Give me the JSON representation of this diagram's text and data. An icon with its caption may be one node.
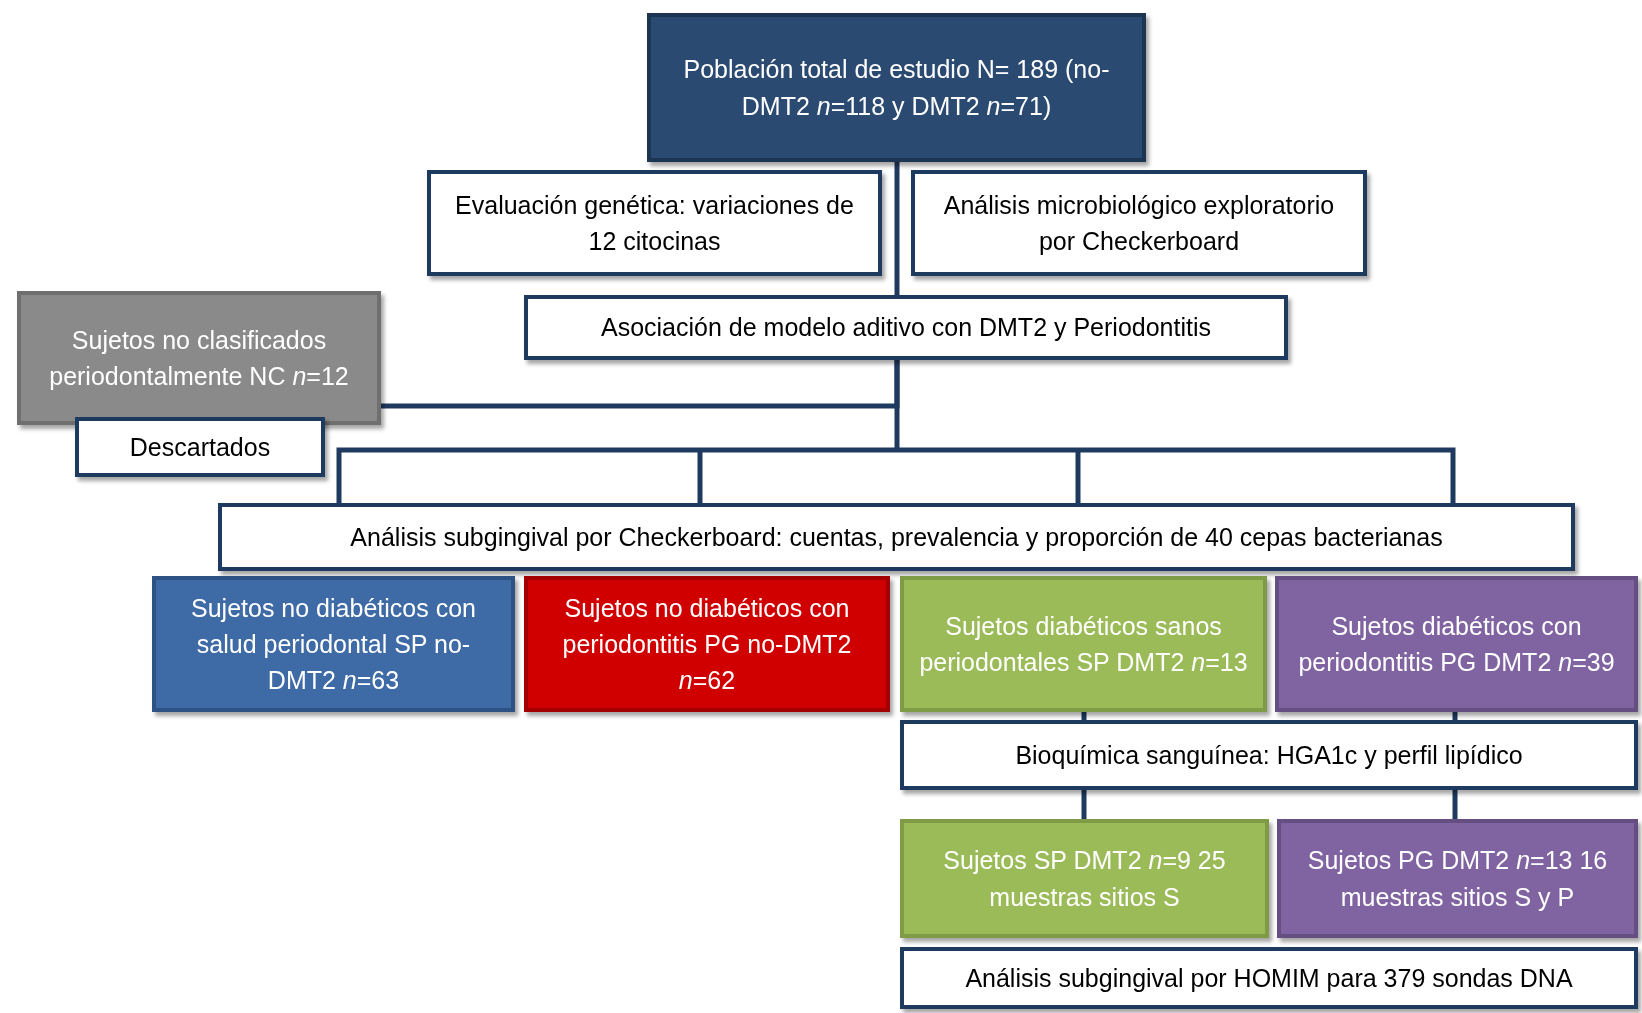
{
  "diagram": {
    "nodes": [
      {
        "text": [
          "Población total de estudio N= 189 (no-DMT2 *n*=118 y DMT2 *n*=71)"
        ]
      },
      {
        "text": [
          "Evaluación genética: variaciones de 12 citocinas"
        ]
      },
      {
        "text": [
          "Análisis microbiológico exploratorio por Checkerboard"
        ]
      },
      {
        "text": [
          "Asociación de modelo aditivo con DMT2 y Periodontitis"
        ]
      },
      {
        "text": [
          "Sujetos no clasificados periodontalmente NC *n*=12"
        ]
      },
      {
        "text": [
          "Descartados"
        ]
      },
      {
        "text": [
          "Análisis subgingival por Checkerboard: cuentas, prevalencia y proporción de 40 cepas bacterianas"
        ]
      },
      {
        "text": [
          "Sujetos no diabéticos con salud periodontal SP no-DMT2 *n*=63"
        ]
      },
      {
        "text": [
          "Sujetos no diabéticos con periodontitis PG no-DMT2 *n*=62"
        ]
      },
      {
        "text": [
          "Sujetos diabéticos sanos periodontales SP DMT2 *n*=13"
        ]
      },
      {
        "text": [
          "Sujetos diabéticos con periodontitis PG DMT2 *n*=39"
        ]
      },
      {
        "text": [
          "Bioquímica sanguínea: HGA1c y perfil lipídico"
        ]
      },
      {
        "text": [
          "Sujetos SP DMT2 *n*=9 25 muestras sitios S"
        ]
      },
      {
        "text": [
          "Sujetos PG DMT2 *n*=13 16 muestras sitios S y P"
        ]
      },
      {
        "text": [
          "Análisis subgingival por HOMIM para 379 sondas DNA"
        ]
      }
    ],
    "edges": [
      {
        "from": 0,
        "to": 3,
        "arrow": "none"
      },
      {
        "from": 3,
        "to": 4,
        "arrow": "none"
      },
      {
        "from": 3,
        "to": 6,
        "arrow": "none"
      },
      {
        "from": 9,
        "to": 11,
        "arrow": "none"
      },
      {
        "from": 10,
        "to": 11,
        "arrow": "none"
      },
      {
        "from": 11,
        "to": 12,
        "arrow": "none"
      },
      {
        "from": 11,
        "to": 13,
        "arrow": "none"
      }
    ]
  }
}
